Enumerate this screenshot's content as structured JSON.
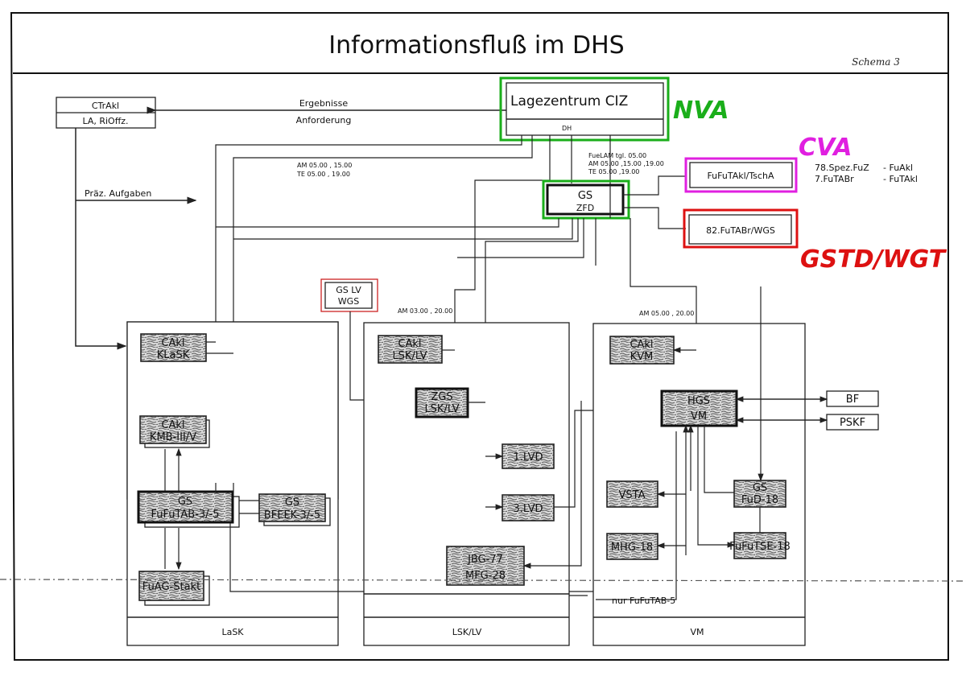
{
  "title": "Informationsfluß im DHS",
  "schema_label": "Schema 3",
  "colors": {
    "nva": "#1aae1a",
    "cva": "#e020e0",
    "gstd": "#dd1111",
    "line": "#222222"
  },
  "top_left_box": {
    "row1": "CTrAkl",
    "row2": "LA, RiOffz."
  },
  "flow_labels": {
    "ergebnisse": "Ergebnisse",
    "anforderung": "Anforderung",
    "praez_aufgaben": "Präz. Aufgaben",
    "schedule_left": [
      "AM  05.00 , 15.00",
      "TE  05.00 , 19.00"
    ],
    "schedule_center": [
      "FueLAM  tgl. 05.00",
      "AM 05.00 ,15.00 ,19.00",
      "TE  05.00 ,19.00"
    ],
    "schedule_lsk": "AM 03.00 , 20.00",
    "schedule_vm": "AM 05.00 , 20.00",
    "nur_fufutab": "nur FuFuTAB-5"
  },
  "central": {
    "lagezentrum": "Lagezentrum  CIZ",
    "dh": "DH",
    "gs": "GS",
    "zfd": "ZFD"
  },
  "annotations": {
    "nva": "NVA",
    "cva": "CVA",
    "gstd": "GSTD/WGT"
  },
  "right_boxes": {
    "fufutakl": "FuFuTAkl/TschA",
    "futabr": "82.FuTABr/WGS",
    "legend": [
      {
        "left": "78.Spez.FuZ",
        "right": "- FuAkl"
      },
      {
        "left": "7.FuTABr",
        "right": "- FuTAkl"
      }
    ]
  },
  "gs_lv": {
    "line1": "GS LV",
    "line2": "WGS"
  },
  "sections": {
    "lask": {
      "label": "LaSK",
      "boxes": [
        {
          "l1": "CAkl",
          "l2": "KLaSK"
        },
        {
          "l1": "CAkl",
          "l2": "KMB-III/V"
        },
        {
          "l1": "GS",
          "l2": "FuFuTAB-3/-5"
        },
        {
          "l1": "GS",
          "l2": "BFEEK-3/-5"
        },
        {
          "l1": "",
          "l2": "FuAG-Stakt"
        }
      ]
    },
    "lsklv": {
      "label": "LSK/LV",
      "boxes": [
        {
          "l1": "CAkl",
          "l2": "LSK/LV"
        },
        {
          "l1": "ZGS",
          "l2": "LSK/LV"
        },
        {
          "l1": "",
          "l2": "1.LVD"
        },
        {
          "l1": "",
          "l2": "3.LVD"
        },
        {
          "l1": "JBG-77",
          "l2": "MFG-28"
        }
      ]
    },
    "vm": {
      "label": "VM",
      "boxes": [
        {
          "l1": "CAkl",
          "l2": "KVM"
        },
        {
          "l1": "HGS",
          "l2": "VM"
        },
        {
          "l1": "",
          "l2": "VSTA"
        },
        {
          "l1": "",
          "l2": "MHG-18"
        },
        {
          "l1": "GS",
          "l2": "FuD-18"
        },
        {
          "l1": "",
          "l2": "FuFuTSE-18"
        }
      ]
    }
  },
  "external": {
    "bf": "BF",
    "pskf": "PSKF"
  }
}
